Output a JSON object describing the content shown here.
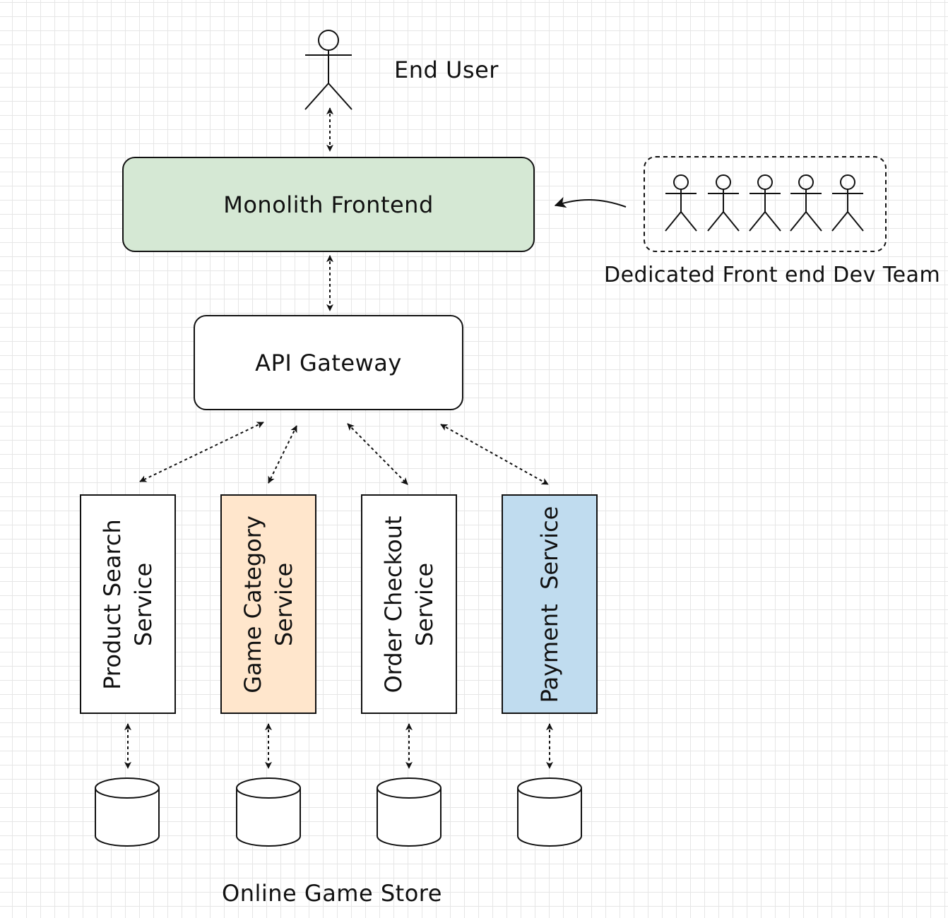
{
  "end_user_label": "End User",
  "frontend": {
    "label": "Monolith Frontend",
    "fill": "#d5e8d4"
  },
  "dev_team_label": "Dedicated Front end Dev Team",
  "gateway": {
    "label": "API Gateway"
  },
  "services": [
    {
      "line1": "Product Search",
      "line2": "Service",
      "fill": "#ffffff"
    },
    {
      "line1": "Game Category",
      "line2": "Service",
      "fill": "#ffe6cc"
    },
    {
      "line1": "Order Checkout",
      "line2": "Service",
      "fill": "#ffffff"
    },
    {
      "line1": "Payment  Service",
      "line2": "",
      "fill": "#c0dcef"
    }
  ],
  "caption": "Online Game Store"
}
